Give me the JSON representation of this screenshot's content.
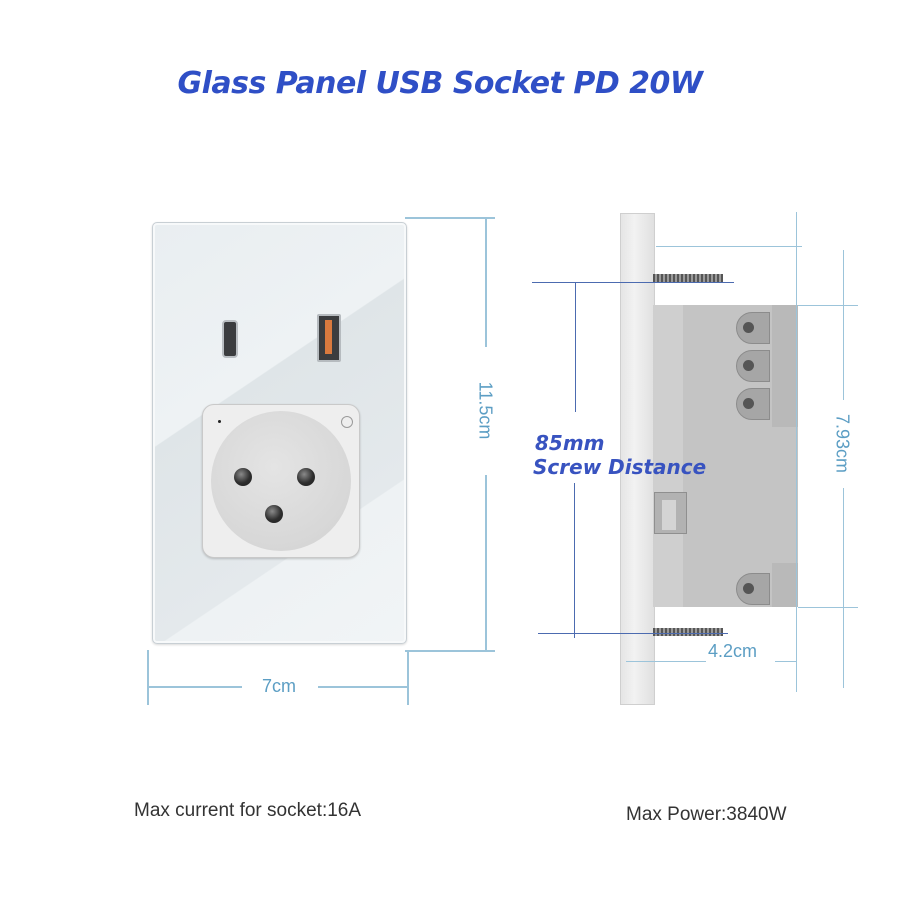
{
  "title": "Glass Panel USB Socket PD 20W",
  "front_view": {
    "ports": [
      {
        "type": "USB-C",
        "icon": "usb-c-port-icon"
      },
      {
        "type": "USB-A",
        "icon": "usb-a-port-icon",
        "accent": "#d97a3e"
      }
    ],
    "socket": {
      "pins": 3,
      "icon": "three-pin-socket-icon"
    },
    "dimensions": {
      "height": "11.5cm",
      "width": "7cm"
    }
  },
  "side_view": {
    "screw_distance": {
      "value": "85mm",
      "label": "Screw Distance"
    },
    "dimensions": {
      "body_height": "7.93cm",
      "depth": "4.2cm"
    }
  },
  "specs": {
    "max_current": "Max current for socket:16A",
    "max_power": "Max Power:3840W"
  },
  "colors": {
    "title": "#2f4fc6",
    "dimension": "#5c9ec4",
    "screw_label": "#3853c0"
  }
}
